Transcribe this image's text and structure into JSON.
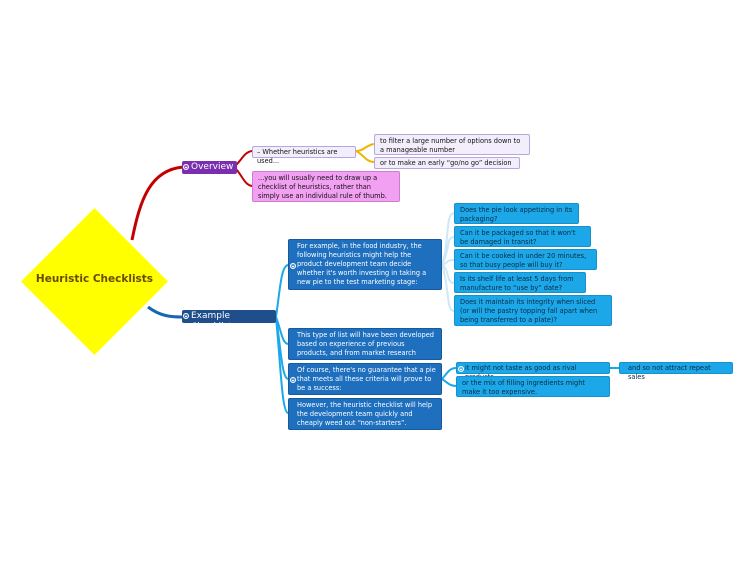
{
  "root": {
    "title": "Heuristic Checklists",
    "fill": "#ffff00"
  },
  "overview": {
    "label": "Overview",
    "color": "#7a2fb0",
    "heuristics_node": "– Whether heuristics are used...",
    "options": [
      "to filter a large number of options down to a manageable number",
      "or to make an early “go/no go” decision"
    ],
    "checklist_note": "...you will usually need to draw up a checklist of heuristics, rather than simply use an individual rule of thumb."
  },
  "example": {
    "label": "Example Checklist",
    "color": "#1f4e8c",
    "food_intro": "For example, in the food industry, the following heuristics might help the product development team decide whether it's worth investing in taking a new pie to the test marketing stage:",
    "questions": [
      "Does the pie look appetizing in its packaging?",
      "Can it be packaged so that it won't be damaged in transit?",
      "Can it be cooked in under 20 minutes, so that busy people will buy it?",
      "Is its shelf life at least 5 days from manufacture to “use by” date?",
      "Does it maintain its integrity when sliced (or will the pastry topping fall apart when being transferred to a plate)?"
    ],
    "experience_note": "This type of list will have been developed based on experience of previous products, and from market research",
    "no_guarantee": "Of course, there's no guarantee that a pie that meets all these criteria will prove to be a success:",
    "risks": [
      "it might not taste as good as rival products",
      "or the mix of filling ingredients might make it too expensive."
    ],
    "repeat_sales": "and so not attract repeat sales",
    "weed_out": "However, the heuristic checklist will help the development team quickly and cheaply weed out “non-starters”."
  }
}
